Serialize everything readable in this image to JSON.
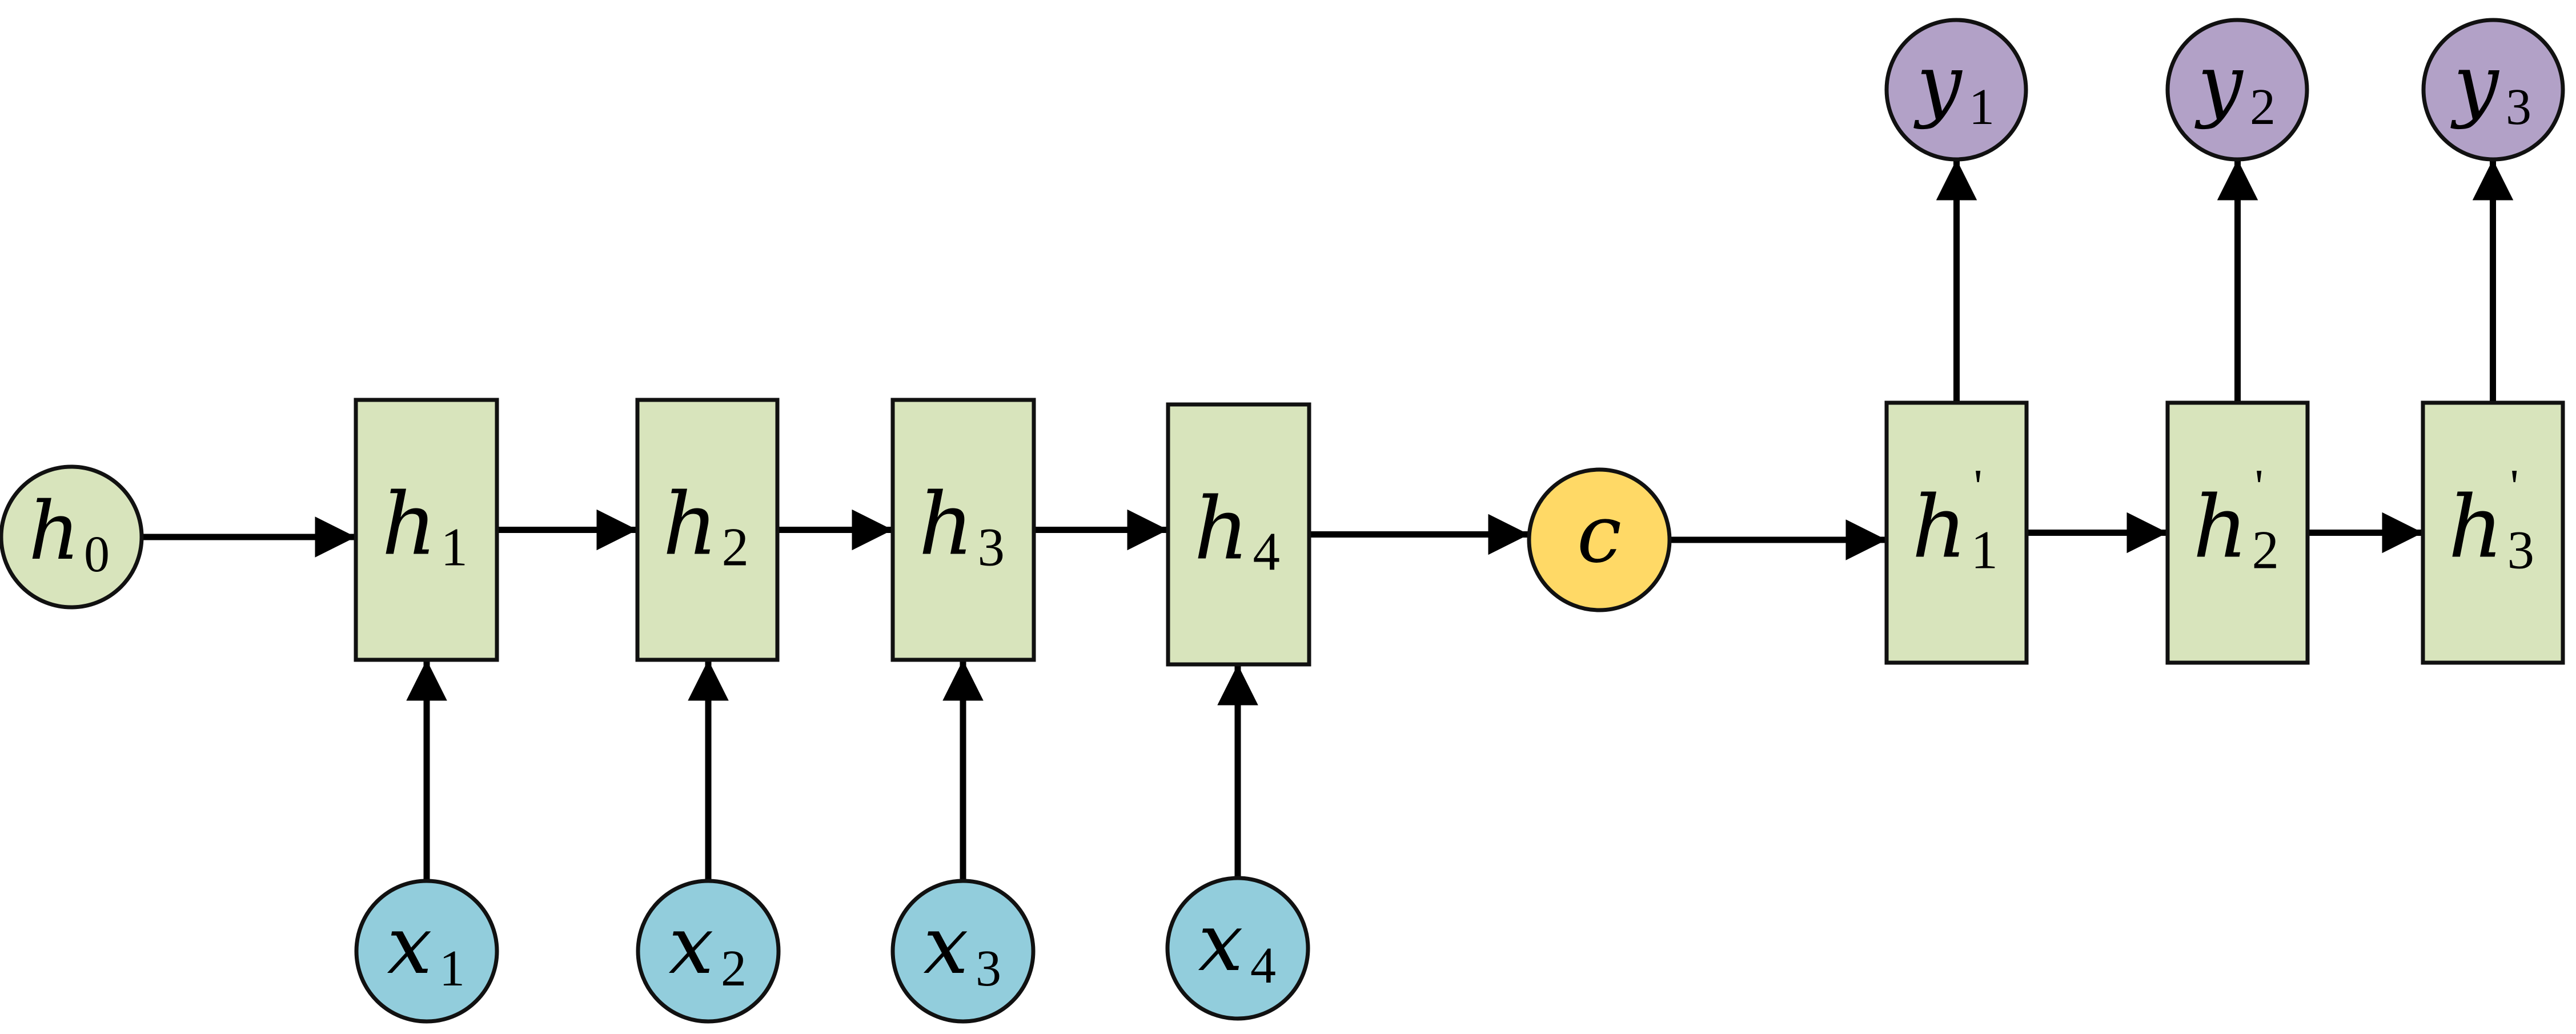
{
  "colors": {
    "hidden_fill": "#d8e4bc",
    "input_fill": "#92cddc",
    "output_fill": "#b2a1c7",
    "context_fill": "#ffd966",
    "stroke": "#000000"
  },
  "nodes": [
    {
      "id": "h0",
      "kind": "init",
      "label": "h",
      "sub": "0",
      "prime": ""
    },
    {
      "id": "h1",
      "kind": "hidden",
      "label": "h",
      "sub": "1",
      "prime": ""
    },
    {
      "id": "h2",
      "kind": "hidden",
      "label": "h",
      "sub": "2",
      "prime": ""
    },
    {
      "id": "h3",
      "kind": "hidden",
      "label": "h",
      "sub": "3",
      "prime": ""
    },
    {
      "id": "h4",
      "kind": "hidden",
      "label": "h",
      "sub": "4",
      "prime": ""
    },
    {
      "id": "x1",
      "kind": "input",
      "label": "x",
      "sub": "1",
      "prime": ""
    },
    {
      "id": "x2",
      "kind": "input",
      "label": "x",
      "sub": "2",
      "prime": ""
    },
    {
      "id": "x3",
      "kind": "input",
      "label": "x",
      "sub": "3",
      "prime": ""
    },
    {
      "id": "x4",
      "kind": "input",
      "label": "x",
      "sub": "4",
      "prime": ""
    },
    {
      "id": "c",
      "kind": "context",
      "label": "c",
      "sub": "",
      "prime": ""
    },
    {
      "id": "hp1",
      "kind": "decoder",
      "label": "h",
      "sub": "1",
      "prime": "'"
    },
    {
      "id": "hp2",
      "kind": "decoder",
      "label": "h",
      "sub": "2",
      "prime": "'"
    },
    {
      "id": "hp3",
      "kind": "decoder",
      "label": "h",
      "sub": "3",
      "prime": "'"
    },
    {
      "id": "y1",
      "kind": "output",
      "label": "y",
      "sub": "1",
      "prime": ""
    },
    {
      "id": "y2",
      "kind": "output",
      "label": "y",
      "sub": "2",
      "prime": ""
    },
    {
      "id": "y3",
      "kind": "output",
      "label": "y",
      "sub": "3",
      "prime": ""
    }
  ],
  "edges": [
    {
      "from": "h0",
      "to": "h1"
    },
    {
      "from": "h1",
      "to": "h2"
    },
    {
      "from": "h2",
      "to": "h3"
    },
    {
      "from": "h3",
      "to": "h4"
    },
    {
      "from": "h4",
      "to": "c"
    },
    {
      "from": "c",
      "to": "hp1"
    },
    {
      "from": "hp1",
      "to": "hp2"
    },
    {
      "from": "hp2",
      "to": "hp3"
    },
    {
      "from": "x1",
      "to": "h1"
    },
    {
      "from": "x2",
      "to": "h2"
    },
    {
      "from": "x3",
      "to": "h3"
    },
    {
      "from": "x4",
      "to": "h4"
    },
    {
      "from": "hp1",
      "to": "y1"
    },
    {
      "from": "hp2",
      "to": "y2"
    },
    {
      "from": "hp3",
      "to": "y3"
    }
  ]
}
